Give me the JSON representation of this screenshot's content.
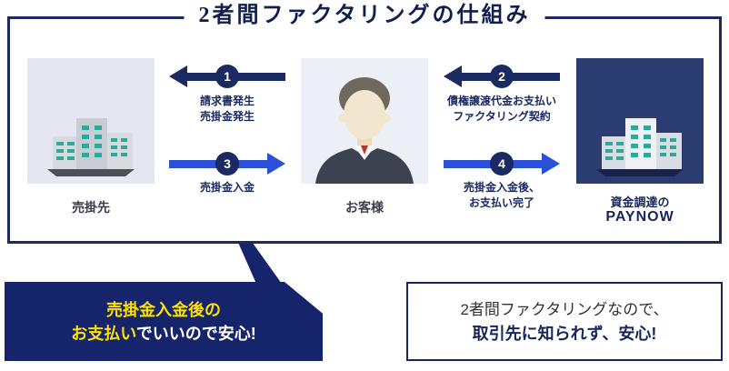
{
  "title": "2者間ファクタリングの仕組み",
  "entities": {
    "seller": {
      "label": "売掛先"
    },
    "customer": {
      "label": "お客様"
    },
    "funder": {
      "label_prefix": "資金調達の",
      "brand": "PAYNOW"
    }
  },
  "arrows": [
    {
      "num": "1",
      "line1": "請求書発生",
      "line2": "売掛金発生",
      "direction": "left"
    },
    {
      "num": "2",
      "line1": "債権譲渡代金お支払い",
      "line2": "ファクタリング契約",
      "direction": "left"
    },
    {
      "num": "3",
      "line1": "売掛金入金",
      "line2": "",
      "direction": "right"
    },
    {
      "num": "4",
      "line1": "売掛金入金後、",
      "line2": "お支払い完了",
      "direction": "right"
    }
  ],
  "callout_left": {
    "line1": "売掛金入金後の",
    "line2_em": "お支払い",
    "line2_rest": "でいいので安心!"
  },
  "callout_right": {
    "line1": "2者間ファクタリングなので、",
    "line2": "取引先に知られず、安心!"
  },
  "colors": {
    "navy": "#16265c",
    "frame_border": "#1c2a5e",
    "arrow_navy": "#1b2a63",
    "arrow_blue": "#2b50d8",
    "callout_navy_bg": "#15246b",
    "highlight_yellow": "#ffe100",
    "seller_box_bg": "#e4e7f2",
    "customer_box_bg": "#edeff7",
    "funder_box_bg": "#2b3c71",
    "window_teal": "#2fa79b",
    "tie_red": "#b5352e"
  }
}
